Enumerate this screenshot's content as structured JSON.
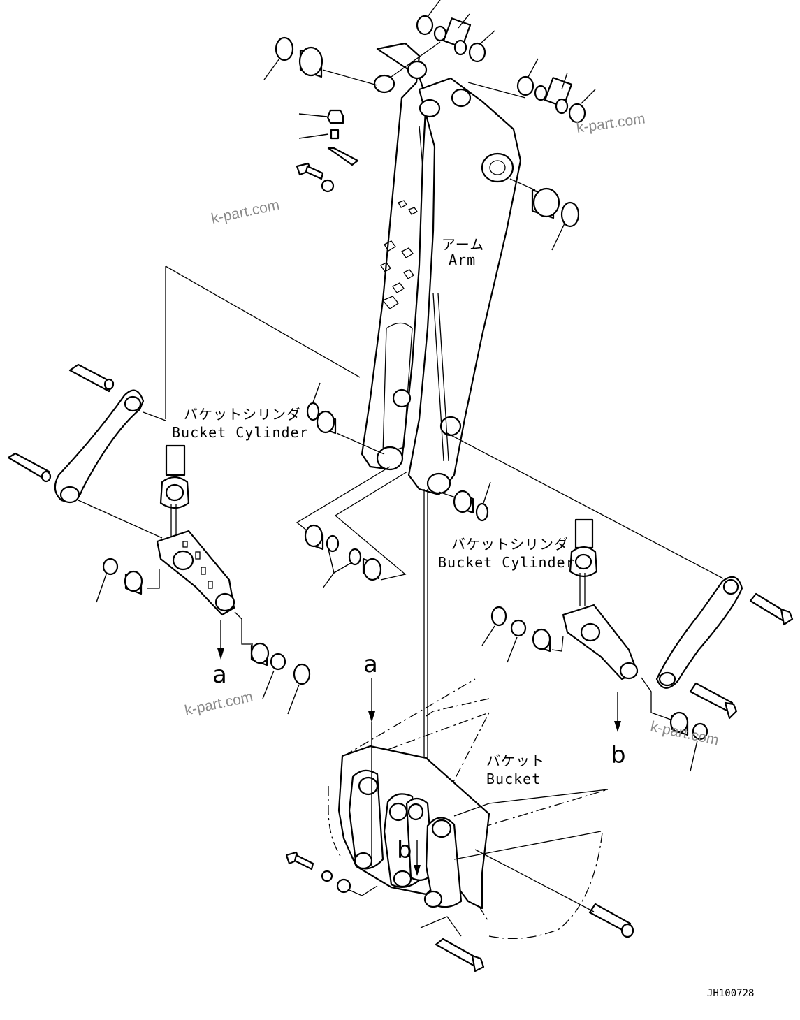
{
  "labels": {
    "arm_jp": "アーム",
    "arm_en": "Arm",
    "bucket_cyl_left_jp": "バケットシリンダ",
    "bucket_cyl_left_en": "Bucket Cylinder",
    "bucket_cyl_right_jp": "バケットシリンダ",
    "bucket_cyl_right_en": "Bucket Cylinder",
    "bucket_jp": "バケット",
    "bucket_en": "Bucket"
  },
  "callouts": {
    "a_left": "a",
    "a_bucket": "a",
    "b_right": "b",
    "b_bucket": "b"
  },
  "watermarks": [
    "k-part.com",
    "k-part.com",
    "k-part.com",
    "k-part.com"
  ],
  "drawing_code": "JH100728"
}
